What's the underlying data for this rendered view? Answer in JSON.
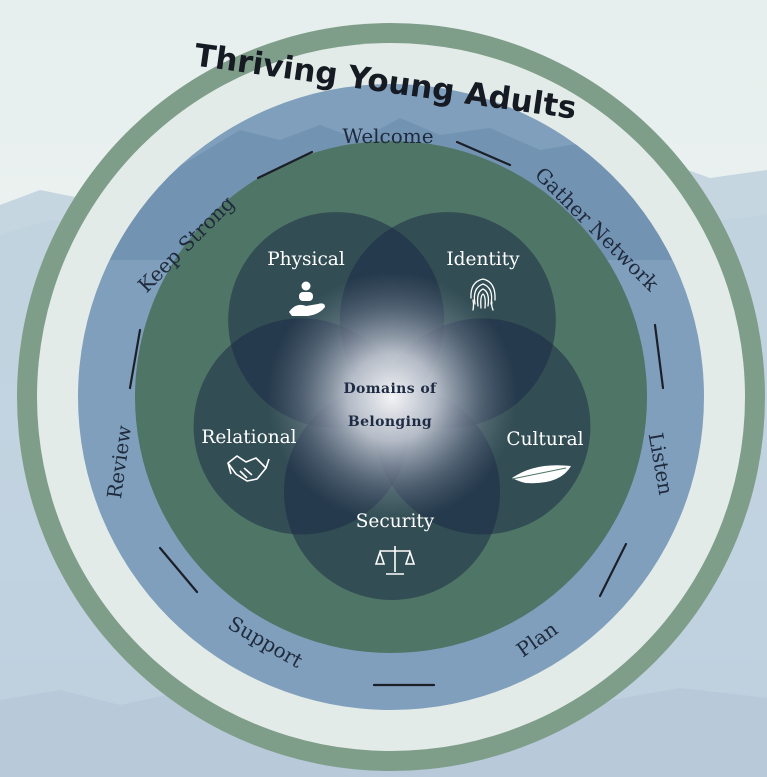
{
  "title": "Thriving Young Adults",
  "steps": [
    "Welcome",
    "Gather Network",
    "Listen",
    "Plan",
    "Support",
    "Review",
    "Keep Strong"
  ],
  "center": {
    "line1": "Domains of",
    "line2": "Belonging"
  },
  "domains": [
    {
      "label": "Physical",
      "icon": "hand-holding-person-icon"
    },
    {
      "label": "Identity",
      "icon": "fingerprint-icon"
    },
    {
      "label": "Cultural",
      "icon": "feather-icon"
    },
    {
      "label": "Security",
      "icon": "scales-of-justice-icon"
    },
    {
      "label": "Relational",
      "icon": "handshake-icon"
    }
  ],
  "colors": {
    "outer_ring": "#7f9e8a",
    "process_band": "#7f9fbc",
    "inner_disc": "#4f7566",
    "petal": "#1c2b45",
    "text_dark": "#1f2a3d",
    "text_light": "#ffffff"
  }
}
